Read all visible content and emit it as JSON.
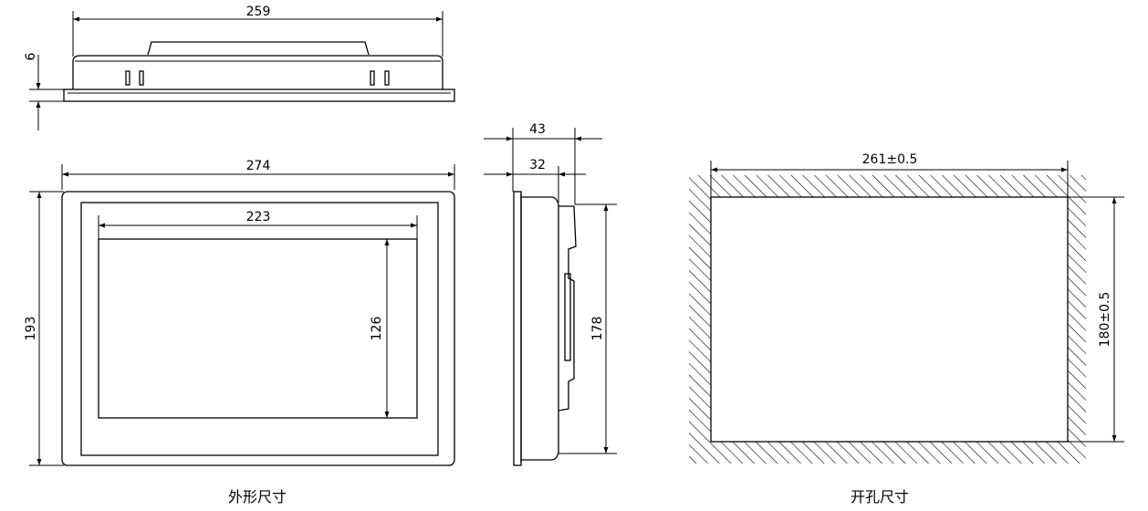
{
  "top_view": {
    "width_label": "259",
    "thickness_label": "6"
  },
  "front_view": {
    "width_label": "274",
    "height_label": "193",
    "screen_width_label": "223",
    "screen_height_label": "126"
  },
  "side_view": {
    "depth_label": "43",
    "body_depth_label": "32",
    "body_height_label": "178"
  },
  "cutout": {
    "width_label": "261±0.5",
    "height_label": "180±0.5"
  },
  "captions": {
    "outline": "外形尺寸",
    "cutout": "开孔尺寸"
  }
}
